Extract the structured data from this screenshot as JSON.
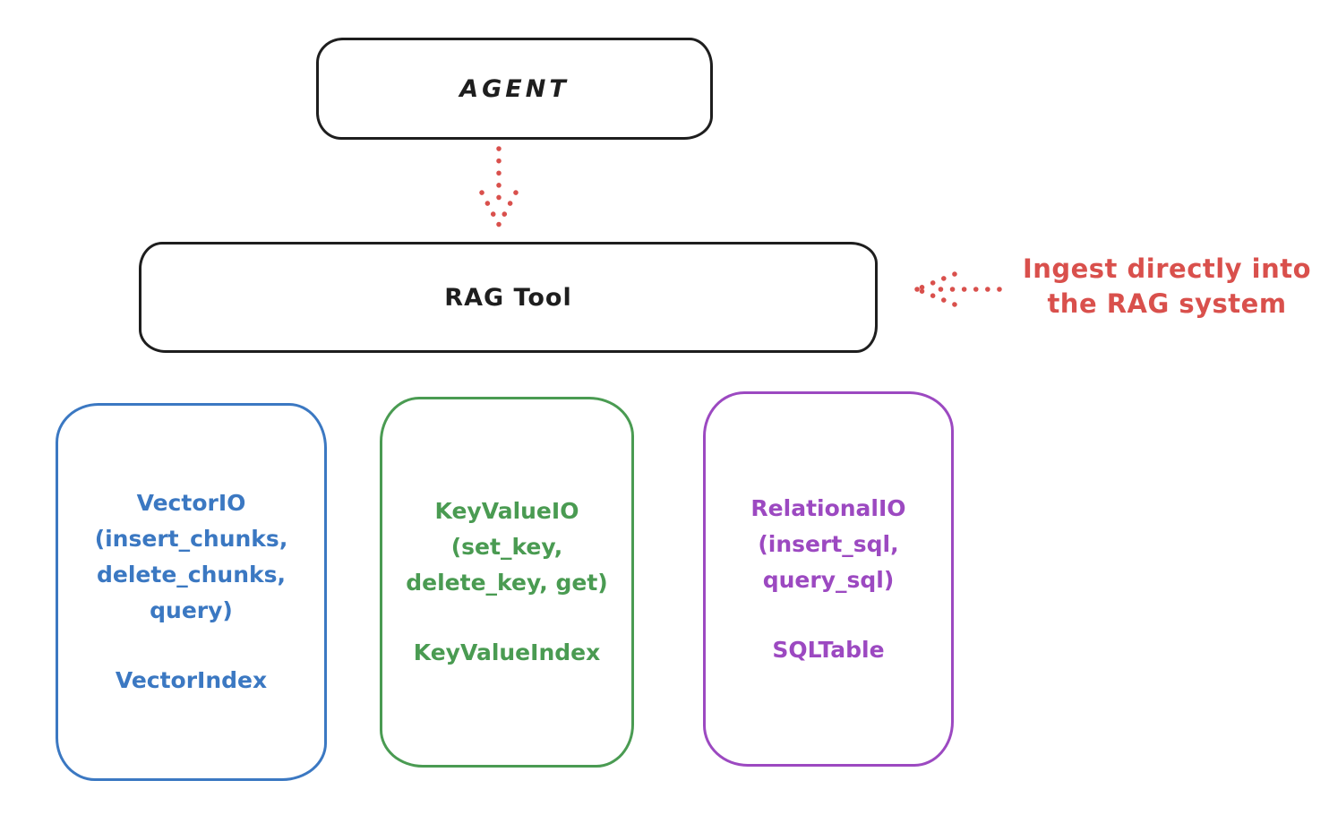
{
  "diagram": {
    "agent_label": "AGENT",
    "rag_tool_label": "RAG Tool",
    "annotation": {
      "line1": "Ingest directly into",
      "line2": "the RAG system"
    },
    "arrows": [
      {
        "name": "agent-to-rag-arrow",
        "style": "dotted",
        "direction": "down",
        "color": "#d9504c"
      },
      {
        "name": "ingest-into-rag-arrow",
        "style": "dotted",
        "direction": "left",
        "color": "#d9504c"
      }
    ],
    "cards": [
      {
        "id": "vector-io",
        "color": "#3b78c2",
        "lines": [
          "VectorIO",
          "(insert_chunks,",
          "delete_chunks,",
          "query)"
        ],
        "index_label": "VectorIndex"
      },
      {
        "id": "key-value-io",
        "color": "#4a9b52",
        "lines": [
          "KeyValueIO",
          "(set_key,",
          "delete_key, get)"
        ],
        "index_label": "KeyValueIndex"
      },
      {
        "id": "relational-io",
        "color": "#9c49c1",
        "lines": [
          "RelationalIO",
          "(insert_sql,",
          "query_sql)"
        ],
        "index_label": "SQLTable"
      }
    ],
    "colors": {
      "stroke": "#1e1e1e",
      "accent_red": "#d9504c",
      "blue": "#3b78c2",
      "green": "#4a9b52",
      "purple": "#9c49c1",
      "background": "#ffffff"
    }
  }
}
